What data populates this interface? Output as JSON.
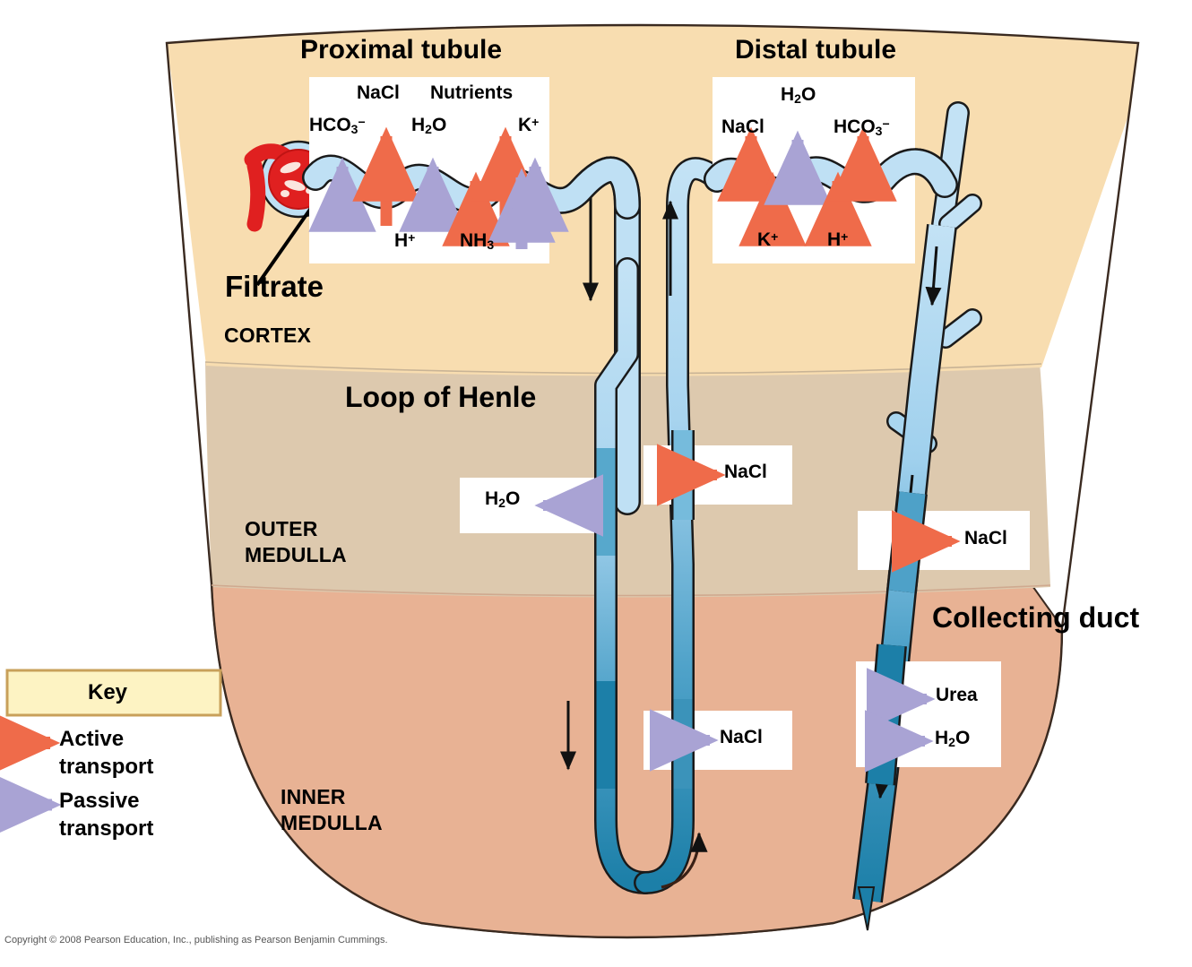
{
  "figure": {
    "title_proximal": "Proximal tubule",
    "title_distal": "Distal tubule",
    "title_loop": "Loop of Henle",
    "title_collecting": "Collecting duct",
    "label_filtrate": "Filtrate",
    "copyright": "Copyright © 2008 Pearson Education, Inc., publishing as Pearson Benjamin Cummings."
  },
  "zones": [
    {
      "id": "cortex",
      "label": "CORTEX",
      "color": "#f8ddb0"
    },
    {
      "id": "outer-medulla",
      "label_line1": "OUTER",
      "label_line2": "MEDULLA",
      "color": "#ddc9ae"
    },
    {
      "id": "inner-medulla",
      "label_line1": "INNER",
      "label_line2": "MEDULLA",
      "color": "#e8b294"
    }
  ],
  "key": {
    "title": "Key",
    "items": [
      {
        "label_line1": "Active",
        "label_line2": "transport",
        "color": "#ef6b4a",
        "type": "active"
      },
      {
        "label_line1": "Passive",
        "label_line2": "transport",
        "color": "#a9a3d4",
        "type": "passive"
      }
    ]
  },
  "proximal_tubule": {
    "above_top": [
      {
        "text": "NaCl",
        "transport": "active"
      },
      {
        "text": "Nutrients",
        "transport": "active"
      }
    ],
    "above_mid": [
      {
        "text_html": "HCO<sub>3</sub><sup>−</sup>",
        "transport": "passive"
      },
      {
        "text_html": "H<sub>2</sub>O",
        "transport": "passive"
      },
      {
        "text_html": "K<sup>+</sup>",
        "transport": "passive"
      }
    ],
    "below": [
      {
        "text_html": "H<sup>+</sup>",
        "transport": "active"
      },
      {
        "text_html": "NH<sub>3</sub>",
        "transport": "passive"
      }
    ]
  },
  "distal_tubule": {
    "above_top": [
      {
        "text_html": "H<sub>2</sub>O",
        "transport": "passive"
      }
    ],
    "above_mid": [
      {
        "text": "NaCl",
        "transport": "active"
      },
      {
        "text_html": "HCO<sub>3</sub><sup>−</sup>",
        "transport": "active"
      }
    ],
    "below": [
      {
        "text_html": "K<sup>+</sup>",
        "transport": "active"
      },
      {
        "text_html": "H<sup>+</sup>",
        "transport": "active"
      }
    ]
  },
  "callouts": [
    {
      "id": "descending-h2o",
      "text_html": "H<sub>2</sub>O",
      "transport": "passive",
      "direction": "left"
    },
    {
      "id": "ascending-nacl-outer",
      "text": "NaCl",
      "transport": "active",
      "direction": "right"
    },
    {
      "id": "ascending-nacl-inner",
      "text": "NaCl",
      "transport": "passive",
      "direction": "right"
    },
    {
      "id": "duct-nacl",
      "text": "NaCl",
      "transport": "active",
      "direction": "right"
    },
    {
      "id": "duct-urea",
      "text": "Urea",
      "transport": "passive",
      "direction": "right"
    },
    {
      "id": "duct-h2o",
      "text_html": "H<sub>2</sub>O",
      "transport": "passive",
      "direction": "right"
    }
  ],
  "colors": {
    "active": "#ef6b4a",
    "passive": "#a9a3d4",
    "tubule_light": "#bfe0f4",
    "tubule_dark": "#1c7fa8",
    "glomerulus": "#e02020",
    "outline": "#1a1a1a",
    "key_fill": "#fdf3c3",
    "key_border": "#c8a05a"
  }
}
